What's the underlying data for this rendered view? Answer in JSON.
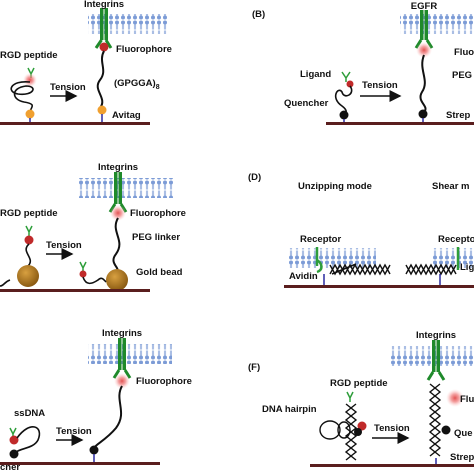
{
  "panels": {
    "B": {
      "label": "(B)"
    },
    "D": {
      "label": "(D)",
      "mode_unzip": "Unzipping mode",
      "mode_shear": "Shear m"
    },
    "F": {
      "label": "(F)"
    }
  },
  "labels": {
    "integrins": "Integrins",
    "egfr": "EGFR",
    "fluorophore": "Fluorophore",
    "fluo_cut": "Fluo",
    "flu_cut": "Flu",
    "rgd_cut_a": "RGD peptide",
    "rgd_cut_c": "RGD peptide",
    "rgd_f": "RGD peptide",
    "tension": "Tension",
    "gpgga": "(GPGGA)",
    "gpgga_sub": "8",
    "avitag": "Avitag",
    "ligand": "Ligand",
    "quencher": "Quencher",
    "peg": "PEG",
    "strep_cut": "Strep",
    "peg_linker": "PEG linker",
    "gold_bead": "Gold bead",
    "receptor": "Receptor",
    "recepto_cut": "Recepto",
    "avidin": "Avidin",
    "lig_cut": "Lig",
    "ssdna": "ssDNA",
    "quencher_cut": "cher",
    "dna_hairpin": "DNA hairpin",
    "que_cut": "Que"
  },
  "colors": {
    "surface": "#5a1e1e",
    "membrane_head": "#7c9bd6",
    "integrin": "#1f8a2b",
    "fluorophore": "#d23a3a",
    "quencher": "#111111",
    "avitag": "#f0a030",
    "gold": "#b07a1e",
    "ligand": "#2e9e3a",
    "anchor": "#2a2aa0"
  }
}
